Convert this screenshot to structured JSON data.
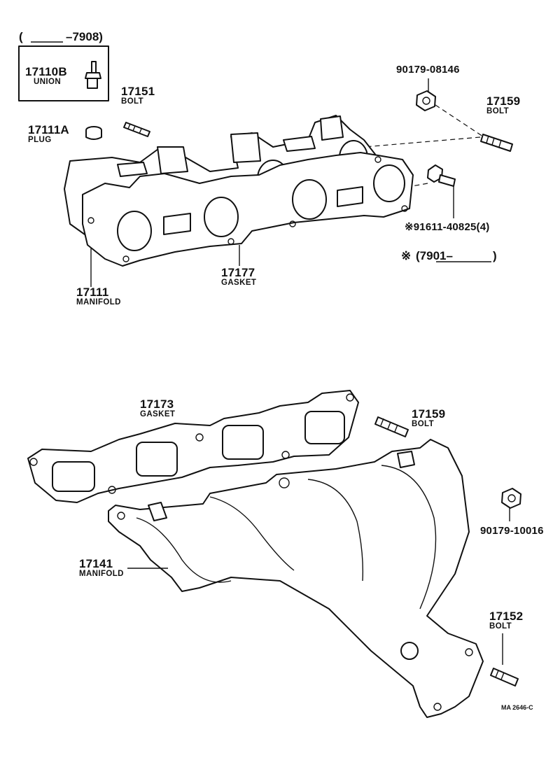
{
  "note_top": {
    "open_paren": "(",
    "range": "–7908)"
  },
  "note_mid": {
    "symbol": "※",
    "range": "(7901–",
    "close_paren": ")"
  },
  "parts": {
    "p17110b": {
      "number": "17110B",
      "name": "UNION"
    },
    "p17151": {
      "number": "17151",
      "name": "BOLT"
    },
    "p17111a": {
      "number": "17111A",
      "name": "PLUG"
    },
    "p90179_08146": {
      "number": "90179-08146"
    },
    "p17159_top": {
      "number": "17159",
      "name": "BOLT"
    },
    "p91611": {
      "number": "※91611-40825(4)"
    },
    "p17177": {
      "number": "17177",
      "name": "GASKET"
    },
    "p17111": {
      "number": "17111",
      "name": "MANIFOLD"
    },
    "p17173": {
      "number": "17173",
      "name": "GASKET"
    },
    "p17159_bottom": {
      "number": "17159",
      "name": "BOLT"
    },
    "p90179_10016": {
      "number": "90179-10016"
    },
    "p17141": {
      "number": "17141",
      "name": "MANIFOLD"
    },
    "p17152": {
      "number": "17152",
      "name": "BOLT"
    }
  },
  "drawing_code": "MA 2646-C"
}
